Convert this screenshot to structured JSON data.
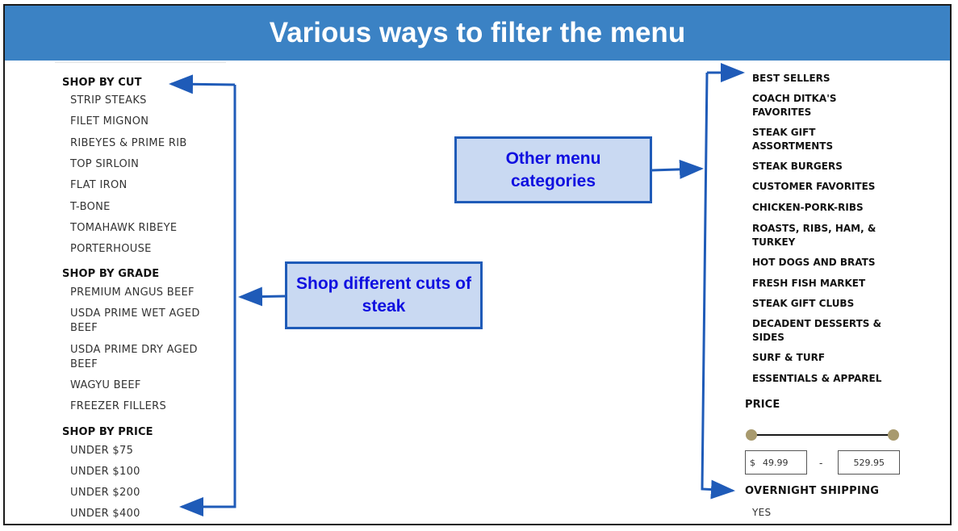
{
  "header": {
    "title": "Various ways to filter the menu"
  },
  "shop_by_cut": {
    "heading": "SHOP BY CUT",
    "items": [
      "STRIP STEAKS",
      "FILET MIGNON",
      "RIBEYES & PRIME RIB",
      "TOP SIRLOIN",
      "FLAT IRON",
      "T-BONE",
      "TOMAHAWK RIBEYE",
      "PORTERHOUSE"
    ]
  },
  "shop_by_grade": {
    "heading": "SHOP BY GRADE",
    "items": [
      "PREMIUM ANGUS BEEF",
      "USDA PRIME WET AGED",
      "BEEF",
      "USDA PRIME DRY AGED",
      "BEEF",
      "WAGYU BEEF",
      "FREEZER FILLERS"
    ]
  },
  "shop_by_price": {
    "heading": "SHOP BY PRICE",
    "items": [
      "UNDER $75",
      "UNDER $100",
      "UNDER $200",
      "UNDER $400"
    ]
  },
  "categories": [
    "BEST SELLERS",
    "COACH DITKA'S",
    "FAVORITES",
    "STEAK GIFT",
    "ASSORTMENTS",
    "STEAK BURGERS",
    "CUSTOMER FAVORITES",
    "CHICKEN-PORK-RIBS",
    "ROASTS, RIBS, HAM, &",
    "TURKEY",
    "HOT DOGS AND BRATS",
    "FRESH FISH MARKET",
    "STEAK GIFT CLUBS",
    "DECADENT DESSERTS &",
    "SIDES",
    "SURF & TURF",
    "ESSENTIALS & APPAREL"
  ],
  "price_filter": {
    "heading": "PRICE",
    "currency": "$",
    "min": "49.99",
    "separator": "-",
    "max": "529.95",
    "knob_color": "#a89a6e"
  },
  "shipping": {
    "heading": "OVERNIGHT SHIPPING",
    "option": "YES"
  },
  "callouts": {
    "other_categories": "Other menu categories",
    "shop_cuts": "Shop different cuts of steak"
  },
  "colors": {
    "header_bg": "#3b82c4",
    "callout_bg": "#c9d9f2",
    "callout_border": "#1f5bb8",
    "arrow": "#1f5bb8"
  }
}
